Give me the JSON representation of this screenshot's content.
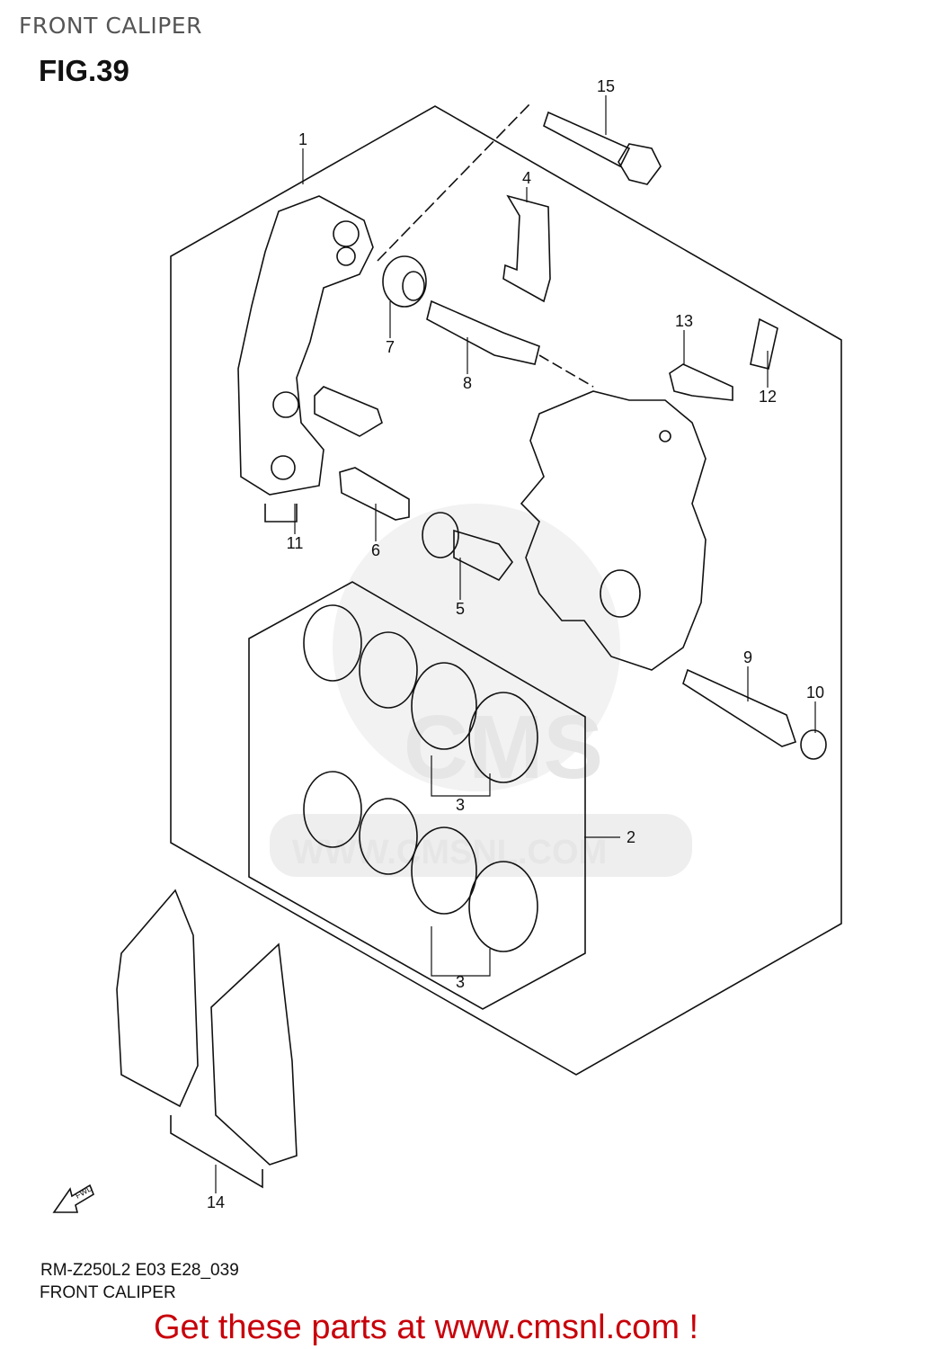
{
  "header": {
    "title": "FRONT CALIPER",
    "figure": "FIG.39"
  },
  "watermark": {
    "logo": "CMS",
    "url": "WWW.CMSNL.COM"
  },
  "diagram": {
    "callouts": [
      "15",
      "1",
      "4",
      "13",
      "7",
      "8",
      "12",
      "11",
      "6",
      "5",
      "9",
      "10",
      "3",
      "2",
      "3",
      "14"
    ],
    "direction_marker": "FWD"
  },
  "footer": {
    "model_code": "RM-Z250L2 E03 E28_039",
    "caption": "FRONT CALIPER",
    "promo": "Get these parts at www.cmsnl.com !"
  },
  "colors": {
    "promo": "#c8000a",
    "line": "#111111"
  }
}
